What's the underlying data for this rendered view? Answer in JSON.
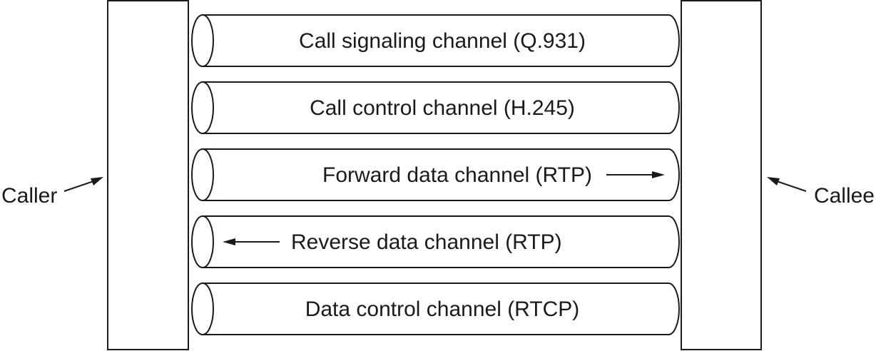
{
  "endpoints": {
    "caller": "Caller",
    "callee": "Callee"
  },
  "channels": [
    {
      "label": "Call signaling channel (Q.931)",
      "arrow": "none"
    },
    {
      "label": "Call control channel (H.245)",
      "arrow": "none"
    },
    {
      "label": "Forward data channel (RTP)",
      "arrow": "right"
    },
    {
      "label": "Reverse data channel (RTP)",
      "arrow": "left"
    },
    {
      "label": "Data control channel (RTCP)",
      "arrow": "none"
    }
  ]
}
